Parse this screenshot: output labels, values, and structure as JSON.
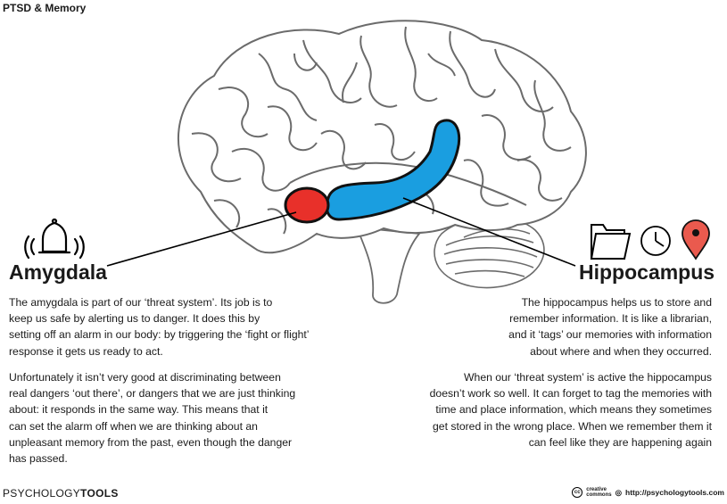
{
  "title": "PTSD & Memory",
  "amygdala": {
    "heading": "Amygdala",
    "paragraph1": [
      "The amygdala is part of our ‘threat system’.  Its job is to",
      "keep us safe by alerting us to danger.  It does this by",
      "setting off an alarm in our body:  by triggering the ‘fight or flight’",
      "response it gets us ready to act."
    ],
    "paragraph2": [
      "Unfortunately it isn’t very good at discriminating between",
      "real dangers  ‘out there’,  or dangers that we are just thinking",
      "about:  it responds in the same way.  This means that it",
      "can set the alarm off when we are thinking about an",
      "unpleasant memory from the past, even though the danger",
      "has passed."
    ],
    "color": "#e8302a",
    "icon": "alarm-bell-icon"
  },
  "hippocampus": {
    "heading": "Hippocampus",
    "paragraph1": [
      "The hippocampus helps us to store and",
      "remember information.  It is like a librarian,",
      "and it ‘tags’ our memories with information",
      "about where and when they occurred."
    ],
    "paragraph2": [
      "When our ‘threat system’ is active the hippocampus",
      "doesn’t work so well.  It can forget to tag the memories with",
      "time and place information, which means they sometimes",
      "get stored in the wrong place.  When we remember them it",
      "can feel like they are happening again"
    ],
    "color": "#1a9ee0",
    "icons": [
      "folder-icon",
      "clock-icon",
      "map-pin-icon"
    ]
  },
  "footer": {
    "brand_prefix": "PSYCHOLOGY",
    "brand_suffix": "TOOLS",
    "cc_line1": "creative",
    "cc_line2": "commons",
    "url": "http://psychologytools.com"
  }
}
